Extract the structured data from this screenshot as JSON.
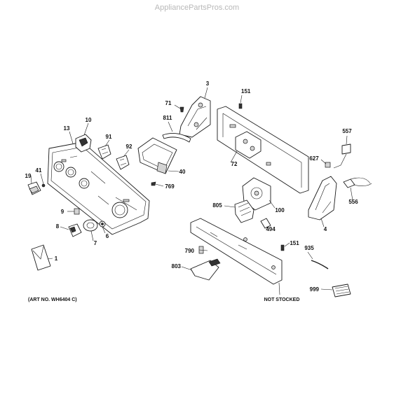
{
  "watermark": "AppliancePartsPros.com",
  "art_note": "(ART NO. WH6404 C)",
  "not_stocked": "NOT STOCKED",
  "callouts": {
    "c3": "3",
    "c151a": "151",
    "c71": "71",
    "c10": "10",
    "c13": "13",
    "c811": "811",
    "c91": "91",
    "c92": "92",
    "c557": "557",
    "c627": "627",
    "c72": "72",
    "c40": "40",
    "c19": "19",
    "c41": "41",
    "c769": "769",
    "c556": "556",
    "c805": "805",
    "c100": "100",
    "c4": "4",
    "c9": "9",
    "c494": "494",
    "c8": "8",
    "c6": "6",
    "c7": "7",
    "c151b": "151",
    "c935": "935",
    "c790": "790",
    "c1": "1",
    "c803": "803",
    "c999": "999"
  }
}
